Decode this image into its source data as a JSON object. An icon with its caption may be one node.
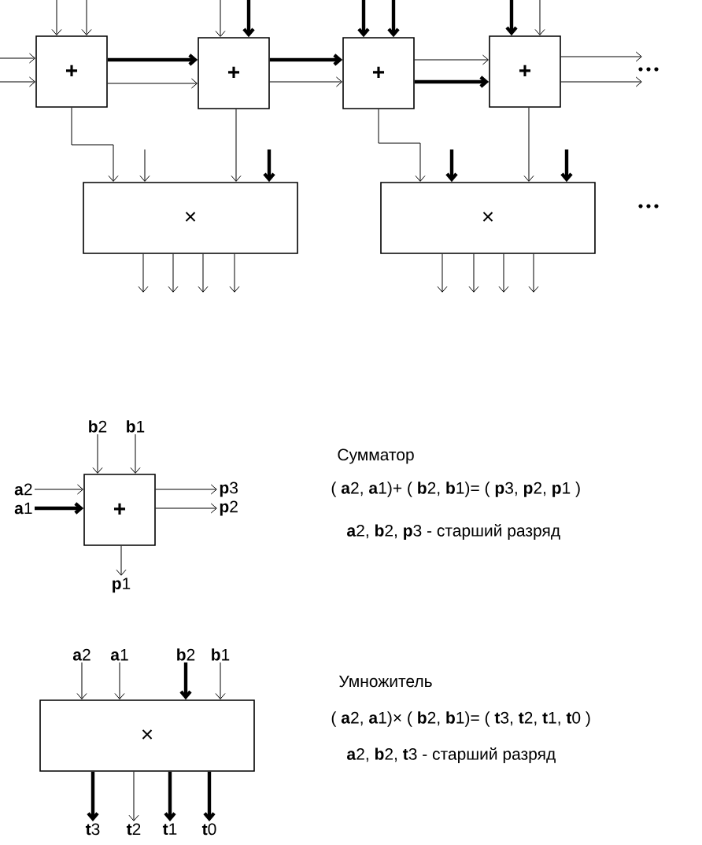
{
  "diagram": {
    "nodes": [
      {
        "text": [
          "+"
        ]
      },
      {
        "text": [
          "+"
        ]
      },
      {
        "text": [
          "+"
        ]
      },
      {
        "text": [
          "+"
        ]
      },
      {
        "text": [
          "×"
        ]
      },
      {
        "text": [
          "×"
        ]
      },
      {
        "text": [
          "+"
        ]
      },
      {
        "text": [
          "**b**2"
        ]
      },
      {
        "text": [
          "**b**1"
        ]
      },
      {
        "text": [
          "**a**2"
        ]
      },
      {
        "text": [
          "**a**1"
        ]
      },
      {
        "text": [
          "**p**3"
        ]
      },
      {
        "text": [
          "**p**2"
        ]
      },
      {
        "text": [
          "**p**1"
        ]
      },
      {
        "text": [
          "×"
        ]
      },
      {
        "text": [
          "**a**2"
        ]
      },
      {
        "text": [
          "**a**1"
        ]
      },
      {
        "text": [
          "**b**2"
        ]
      },
      {
        "text": [
          "**b**1"
        ]
      },
      {
        "text": [
          "**t**3"
        ]
      },
      {
        "text": [
          "**t**2"
        ]
      },
      {
        "text": [
          "**t**1"
        ]
      },
      {
        "text": [
          "**t**0"
        ]
      }
    ],
    "edges": [
      {
        "from": null,
        "to": 0,
        "arrow": "to"
      },
      {
        "from": null,
        "to": 0,
        "arrow": "to"
      },
      {
        "from": null,
        "to": 0,
        "arrow": "to"
      },
      {
        "from": null,
        "to": 0,
        "arrow": "to"
      },
      {
        "from": 0,
        "to": 1,
        "arrow": "to",
        "style": "thick"
      },
      {
        "from": 0,
        "to": 1,
        "arrow": "to"
      },
      {
        "from": null,
        "to": 1,
        "arrow": "to"
      },
      {
        "from": null,
        "to": 1,
        "arrow": "to",
        "style": "thick"
      },
      {
        "from": 1,
        "to": 2,
        "arrow": "to",
        "style": "thick"
      },
      {
        "from": 1,
        "to": 2,
        "arrow": "to"
      },
      {
        "from": null,
        "to": 2,
        "arrow": "to",
        "style": "thick"
      },
      {
        "from": null,
        "to": 2,
        "arrow": "to",
        "style": "thick"
      },
      {
        "from": 2,
        "to": 3,
        "arrow": "to"
      },
      {
        "from": 2,
        "to": 3,
        "arrow": "to",
        "style": "thick"
      },
      {
        "from": null,
        "to": 3,
        "arrow": "to",
        "style": "thick"
      },
      {
        "from": null,
        "to": 3,
        "arrow": "to"
      },
      {
        "from": 3,
        "to": null,
        "arrow": "to"
      },
      {
        "from": 3,
        "to": null,
        "arrow": "to"
      },
      {
        "from": 0,
        "to": 4,
        "arrow": "to"
      },
      {
        "from": null,
        "to": 4,
        "arrow": "to"
      },
      {
        "from": 1,
        "to": 4,
        "arrow": "to"
      },
      {
        "from": null,
        "to": 4,
        "arrow": "to",
        "style": "thick"
      },
      {
        "from": 2,
        "to": 5,
        "arrow": "to"
      },
      {
        "from": null,
        "to": 5,
        "arrow": "to",
        "style": "thick"
      },
      {
        "from": 3,
        "to": 5,
        "arrow": "to"
      },
      {
        "from": null,
        "to": 5,
        "arrow": "to",
        "style": "thick"
      },
      {
        "from": 4,
        "to": null,
        "arrow": "to"
      },
      {
        "from": 4,
        "to": null,
        "arrow": "to"
      },
      {
        "from": 4,
        "to": null,
        "arrow": "to"
      },
      {
        "from": 4,
        "to": null,
        "arrow": "to"
      },
      {
        "from": 5,
        "to": null,
        "arrow": "to"
      },
      {
        "from": 5,
        "to": null,
        "arrow": "to"
      },
      {
        "from": 5,
        "to": null,
        "arrow": "to"
      },
      {
        "from": 5,
        "to": null,
        "arrow": "to"
      },
      {
        "from": 7,
        "to": 6,
        "arrow": "to"
      },
      {
        "from": 8,
        "to": 6,
        "arrow": "to"
      },
      {
        "from": 9,
        "to": 6,
        "arrow": "to"
      },
      {
        "from": 10,
        "to": 6,
        "arrow": "to",
        "style": "thick"
      },
      {
        "from": 6,
        "to": 11,
        "arrow": "to"
      },
      {
        "from": 6,
        "to": 12,
        "arrow": "to"
      },
      {
        "from": 6,
        "to": 13,
        "arrow": "to"
      },
      {
        "from": 15,
        "to": 14,
        "arrow": "to"
      },
      {
        "from": 16,
        "to": 14,
        "arrow": "to"
      },
      {
        "from": 17,
        "to": 14,
        "arrow": "to",
        "style": "thick"
      },
      {
        "from": 18,
        "to": 14,
        "arrow": "to"
      },
      {
        "from": 14,
        "to": 19,
        "arrow": "to",
        "style": "thick"
      },
      {
        "from": 14,
        "to": 20,
        "arrow": "to"
      },
      {
        "from": 14,
        "to": 21,
        "arrow": "to",
        "style": "thick"
      },
      {
        "from": 14,
        "to": 22,
        "arrow": "to",
        "style": "thick"
      }
    ],
    "labels": [
      "Сумматор",
      "( **a**2, **a**1)+ ( **b**2, **b**1)= ( **p**3, **p**2, **p**1 )",
      "**a**2, **b**2, **p**3 - старший разряд",
      "Умножитель",
      "( **a**2, **a**1)× ( **b**2, **b**1)= ( **t**3, **t**2, **t**1, **t**0 )",
      "**a**2, **b**2, **t**3 - старший разряд"
    ]
  }
}
